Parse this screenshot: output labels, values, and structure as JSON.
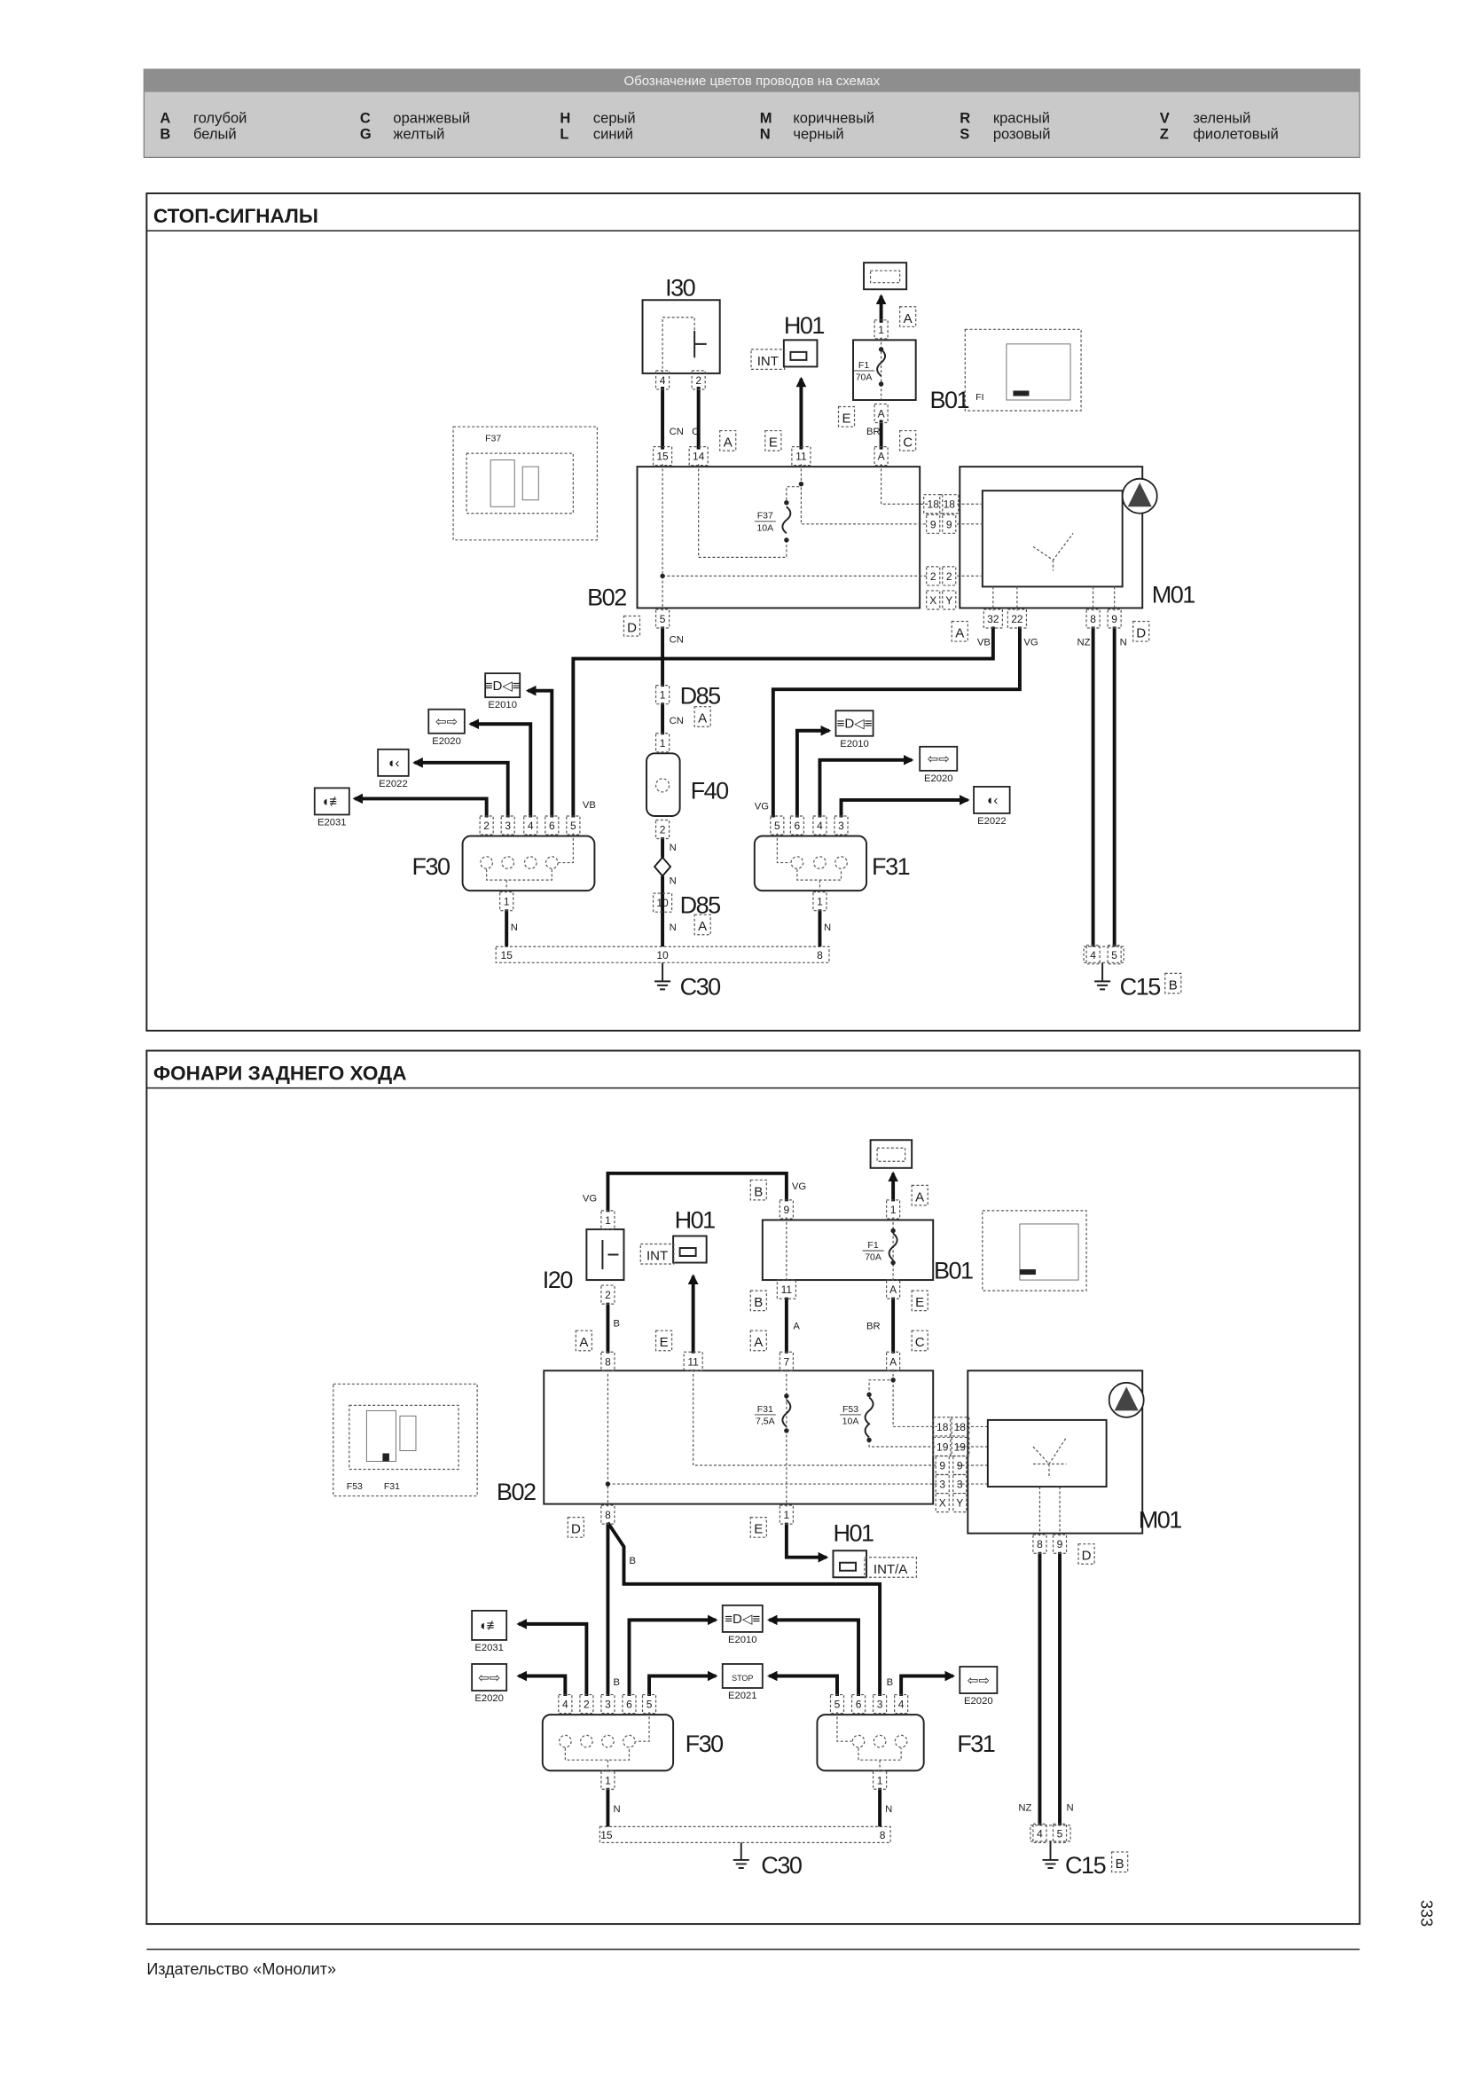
{
  "legend": {
    "title": "Обозначение цветов проводов на схемах",
    "items": [
      {
        "code": "A",
        "name": "голубой"
      },
      {
        "code": "B",
        "name": "белый"
      },
      {
        "code": "C",
        "name": "оранжевый"
      },
      {
        "code": "G",
        "name": "желтый"
      },
      {
        "code": "H",
        "name": "серый"
      },
      {
        "code": "L",
        "name": "синий"
      },
      {
        "code": "M",
        "name": "коричневый"
      },
      {
        "code": "N",
        "name": "черный"
      },
      {
        "code": "R",
        "name": "красный"
      },
      {
        "code": "S",
        "name": "розовый"
      },
      {
        "code": "V",
        "name": "зеленый"
      },
      {
        "code": "Z",
        "name": "фиолетовый"
      }
    ]
  },
  "diagrams": [
    {
      "title": "СТОП-СИГНАЛЫ",
      "components": [
        "I30",
        "H01",
        "B01",
        "B02",
        "M01",
        "D85",
        "F40",
        "D85",
        "F30",
        "F31",
        "C30",
        "C15"
      ],
      "pins": [
        "4",
        "2",
        "15",
        "14",
        "11",
        "1",
        "A",
        "A",
        "18",
        "18",
        "9",
        "9",
        "2",
        "2",
        "X",
        "Y",
        "5",
        "32",
        "22",
        "8",
        "9",
        "1",
        "1",
        "2",
        "10",
        "2",
        "3",
        "4",
        "6",
        "5",
        "1",
        "5",
        "6",
        "4",
        "3",
        "1",
        "4",
        "5"
      ],
      "bus_pins": [
        "15",
        "10",
        "8"
      ],
      "markers": [
        "A",
        "E",
        "A",
        "E",
        "C",
        "D",
        "A",
        "D",
        "A",
        "A",
        "B",
        "INT"
      ],
      "wire_labels": [
        "CN",
        "C",
        "BR",
        "CN",
        "VB",
        "VG",
        "NZ",
        "N",
        "VB",
        "CN",
        "N",
        "N",
        "N",
        "VG",
        "N",
        "N"
      ],
      "fuses": [
        {
          "name": "F1",
          "rating": "70A"
        },
        {
          "name": "F37",
          "rating": "10A"
        }
      ],
      "inset_labels": [
        "F37",
        "FI"
      ],
      "loads": [
        {
          "code": "E2010",
          "icon": "side-light-icon"
        },
        {
          "code": "E2020",
          "icon": "turn-signal-icon"
        },
        {
          "code": "E2022",
          "icon": "rear-light-icon"
        },
        {
          "code": "E2031",
          "icon": "fog-light-icon"
        },
        {
          "code": "E2010",
          "icon": "side-light-icon"
        },
        {
          "code": "E2020",
          "icon": "turn-signal-icon"
        },
        {
          "code": "E2022",
          "icon": "rear-light-icon"
        }
      ]
    },
    {
      "title": "ФОНАРИ ЗАДНЕГО ХОДА",
      "components": [
        "I20",
        "H01",
        "B01",
        "B02",
        "M01",
        "H01",
        "F30",
        "F31",
        "C30",
        "C15"
      ],
      "pins": [
        "1",
        "2",
        "8",
        "11",
        "9",
        "1",
        "11",
        "A",
        "7",
        "A",
        "18",
        "18",
        "19",
        "19",
        "9",
        "9",
        "3",
        "3",
        "X",
        "Y",
        "8",
        "1",
        "8",
        "9",
        "4",
        "2",
        "3",
        "6",
        "5",
        "1",
        "5",
        "6",
        "3",
        "4",
        "1",
        "4",
        "5"
      ],
      "bus_pins": [
        "15",
        "8"
      ],
      "markers": [
        "B",
        "A",
        "A",
        "E",
        "B",
        "E",
        "A",
        "C",
        "D",
        "E",
        "D",
        "B",
        "INT",
        "INT/A"
      ],
      "wire_labels": [
        "VG",
        "VG",
        "B",
        "A",
        "BR",
        "B",
        "B",
        "B",
        "N",
        "N",
        "NZ",
        "N"
      ],
      "fuses": [
        {
          "name": "F1",
          "rating": "70A"
        },
        {
          "name": "F31",
          "rating": "7,5A"
        },
        {
          "name": "F53",
          "rating": "10A"
        }
      ],
      "inset_labels": [
        "F53",
        "F31"
      ],
      "loads": [
        {
          "code": "E2031",
          "icon": "fog-light-icon"
        },
        {
          "code": "E2020",
          "icon": "turn-signal-icon"
        },
        {
          "code": "E2010",
          "icon": "side-light-icon"
        },
        {
          "code": "E2021",
          "icon": "stop-light-icon"
        },
        {
          "code": "E2020",
          "icon": "turn-signal-icon"
        }
      ]
    }
  ],
  "footer": {
    "publisher": "Издательство «Монолит»",
    "page": "333"
  }
}
